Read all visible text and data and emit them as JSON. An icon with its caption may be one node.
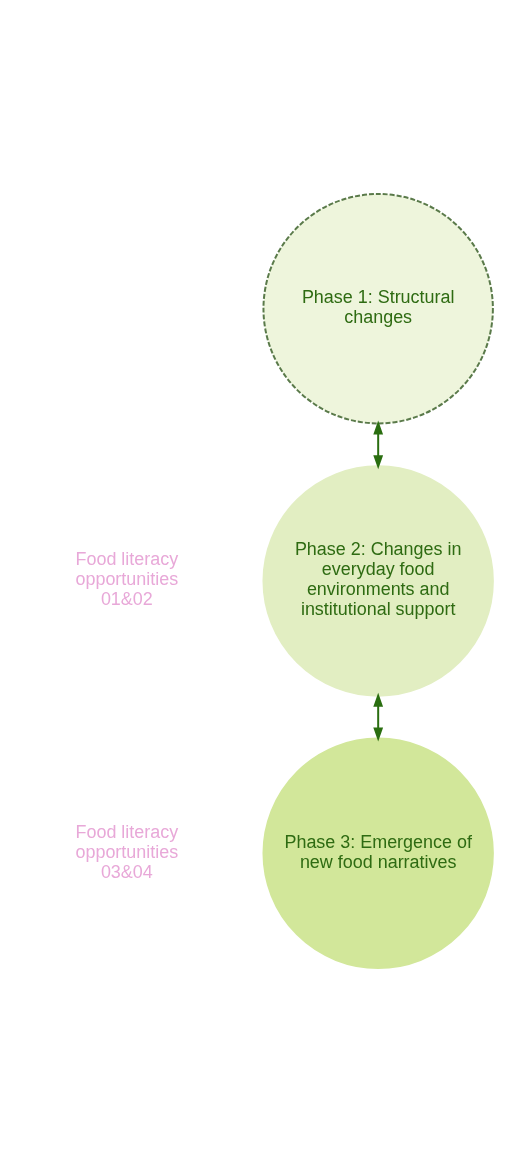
{
  "diagram": {
    "nodes": [
      {
        "text": [
          "Phase 1: Structural changes"
        ]
      },
      {
        "text": [
          "Phase 2: Changes in everyday food environments and institutional support"
        ]
      },
      {
        "text": [
          "Phase 3: Emergence of new food narratives"
        ]
      }
    ],
    "edges": [
      {
        "from": 0,
        "to": 1,
        "arrow": "both"
      },
      {
        "from": 1,
        "to": 2,
        "arrow": "both"
      }
    ],
    "labels": [
      "Food literacy opportunities 01&02",
      "Food literacy opportunities 03&04"
    ]
  }
}
